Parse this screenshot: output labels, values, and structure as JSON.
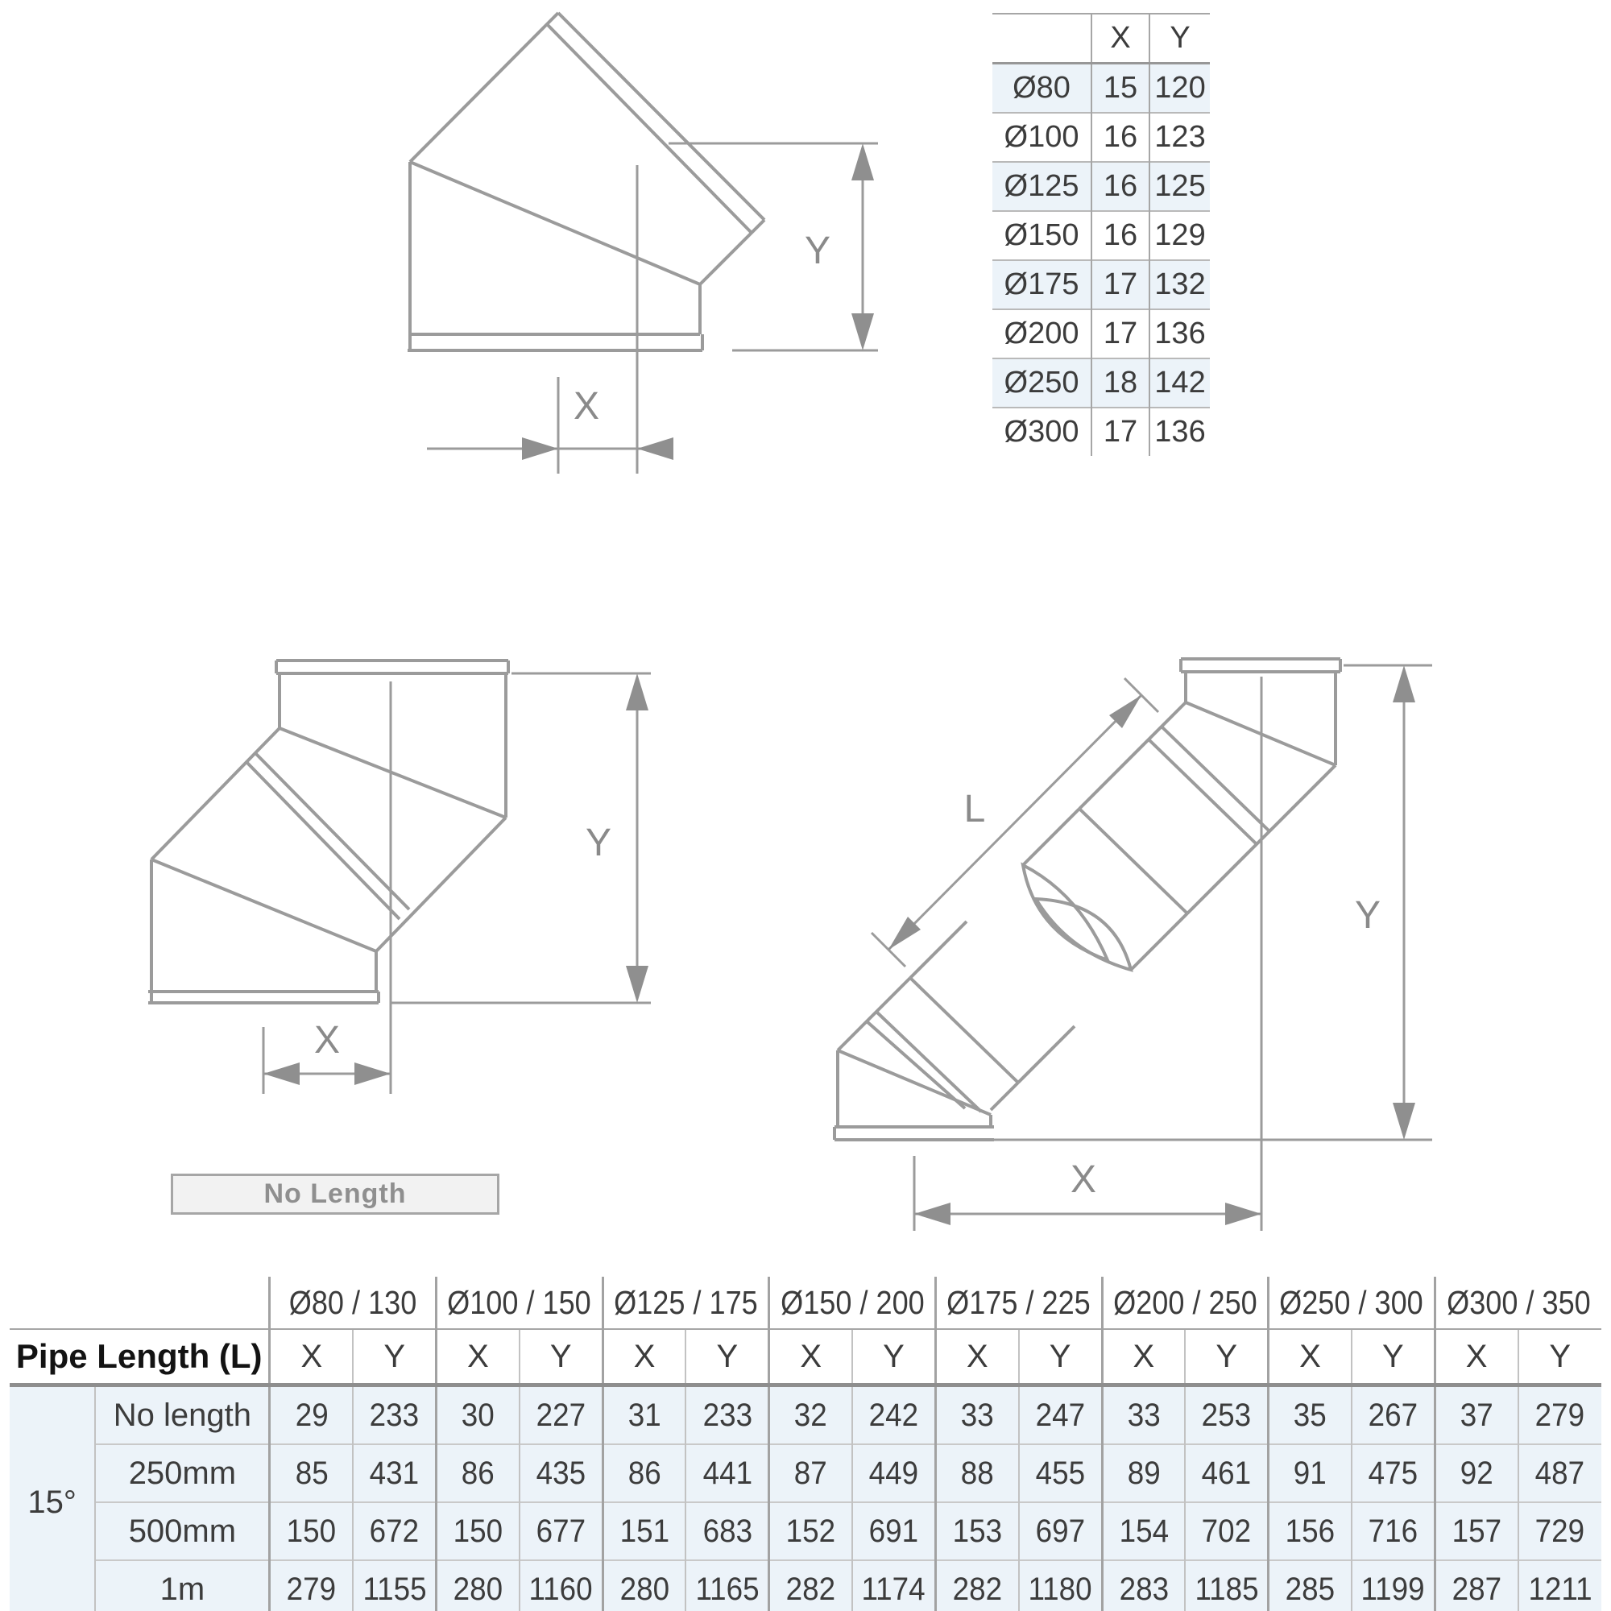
{
  "drawings": {
    "elbow": {
      "x_label": "X",
      "y_label": "Y"
    },
    "offset_no_length": {
      "x_label": "X",
      "y_label": "Y",
      "caption": "No Length"
    },
    "offset_with_pipe": {
      "x_label": "X",
      "y_label": "Y",
      "l_label": "L"
    }
  },
  "dimension_table": {
    "x_header": "X",
    "y_header": "Y",
    "rows": [
      {
        "dia": "Ø80",
        "x": "15",
        "y": "120"
      },
      {
        "dia": "Ø100",
        "x": "16",
        "y": "123"
      },
      {
        "dia": "Ø125",
        "x": "16",
        "y": "125"
      },
      {
        "dia": "Ø150",
        "x": "16",
        "y": "129"
      },
      {
        "dia": "Ø175",
        "x": "17",
        "y": "132"
      },
      {
        "dia": "Ø200",
        "x": "17",
        "y": "136"
      },
      {
        "dia": "Ø250",
        "x": "18",
        "y": "142"
      },
      {
        "dia": "Ø300",
        "x": "17",
        "y": "136"
      }
    ]
  },
  "pipe_length_table": {
    "title": "Pipe Length (L)",
    "angle": "15°",
    "x_header": "X",
    "y_header": "Y",
    "groups": [
      "Ø80 / 130",
      "Ø100 / 150",
      "Ø125 / 175",
      "Ø150 / 200",
      "Ø175 / 225",
      "Ø200 / 250",
      "Ø250 / 300",
      "Ø300 / 350"
    ],
    "rows": [
      {
        "label": "No length",
        "values": [
          "29",
          "233",
          "30",
          "227",
          "31",
          "233",
          "32",
          "242",
          "33",
          "247",
          "33",
          "253",
          "35",
          "267",
          "37",
          "279"
        ]
      },
      {
        "label": "250mm",
        "values": [
          "85",
          "431",
          "86",
          "435",
          "86",
          "441",
          "87",
          "449",
          "88",
          "455",
          "89",
          "461",
          "91",
          "475",
          "92",
          "487"
        ]
      },
      {
        "label": "500mm",
        "values": [
          "150",
          "672",
          "150",
          "677",
          "151",
          "683",
          "152",
          "691",
          "153",
          "697",
          "154",
          "702",
          "156",
          "716",
          "157",
          "729"
        ]
      },
      {
        "label": "1m",
        "values": [
          "279",
          "1155",
          "280",
          "1160",
          "280",
          "1165",
          "282",
          "1174",
          "282",
          "1180",
          "283",
          "1185",
          "285",
          "1199",
          "287",
          "1211"
        ]
      }
    ]
  },
  "colors": {
    "row_highlight": "#ecf3f9",
    "drawing_line": "#9b9b9b",
    "dimension_label": "#8a8a8a",
    "table_text": "#3c3c3c",
    "grid_line": "#a6a6a6"
  }
}
